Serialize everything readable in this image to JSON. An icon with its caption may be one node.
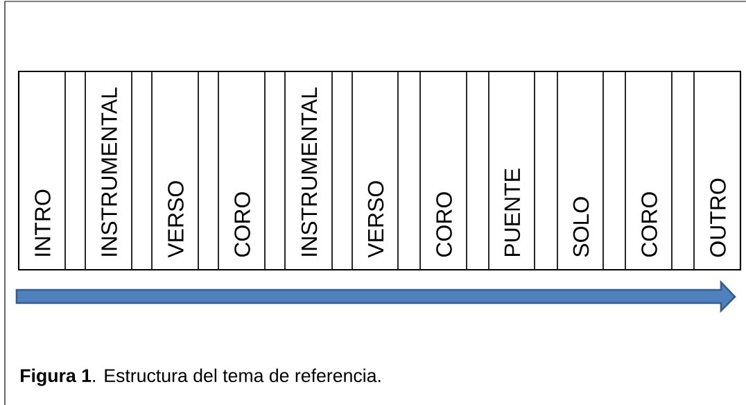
{
  "diagram": {
    "caption": "**Figura 1**. Estructura del tema de referencia.",
    "nodes": [
      {
        "text": [
          "INTRO"
        ]
      },
      {
        "text": [],
        "shape": "box"
      },
      {
        "text": [
          "INSTRUMENTAL"
        ]
      },
      {
        "text": [],
        "shape": "box"
      },
      {
        "text": [
          "VERSO"
        ]
      },
      {
        "text": [],
        "shape": "box"
      },
      {
        "text": [
          "CORO"
        ]
      },
      {
        "text": [],
        "shape": "box"
      },
      {
        "text": [
          "INSTRUMENTAL"
        ]
      },
      {
        "text": [],
        "shape": "box"
      },
      {
        "text": [
          "VERSO"
        ]
      },
      {
        "text": [],
        "shape": "box"
      },
      {
        "text": [
          "CORO"
        ]
      },
      {
        "text": [],
        "shape": "box"
      },
      {
        "text": [
          "PUENTE"
        ]
      },
      {
        "text": [],
        "shape": "box"
      },
      {
        "text": [
          "SOLO"
        ]
      },
      {
        "text": [],
        "shape": "box"
      },
      {
        "text": [
          "CORO"
        ]
      },
      {
        "text": [],
        "shape": "box"
      },
      {
        "text": [
          "OUTRO"
        ]
      }
    ]
  }
}
